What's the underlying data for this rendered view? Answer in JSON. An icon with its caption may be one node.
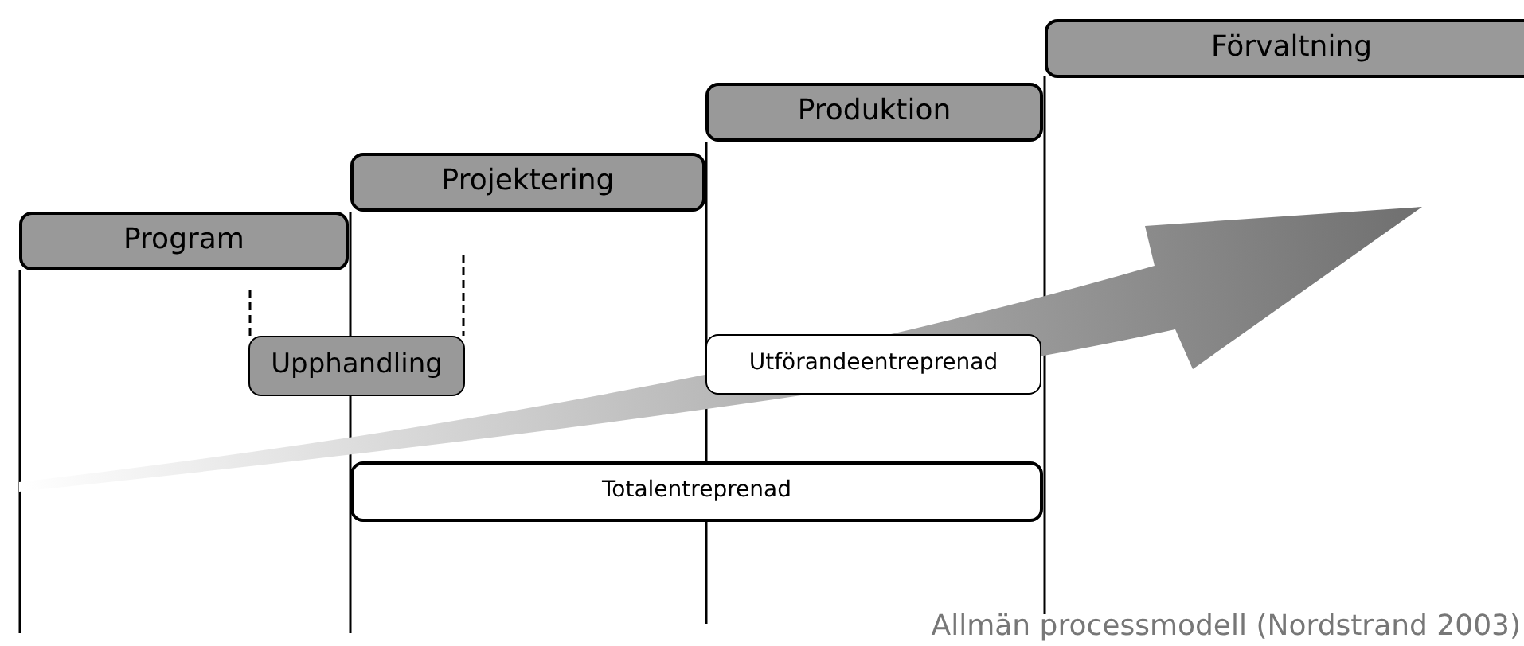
{
  "diagram": {
    "caption": "Allmän processmodell (Nordstrand 2003)",
    "nodes": [
      {
        "text": [
          "Förvaltning"
        ]
      },
      {
        "text": [
          "Produktion"
        ]
      },
      {
        "text": [
          "Projektering"
        ]
      },
      {
        "text": [
          "Program"
        ]
      },
      {
        "text": [
          "Upphandling"
        ]
      },
      {
        "text": [
          "Utförandeentreprenad"
        ]
      },
      {
        "text": [
          "Totalentreprenad"
        ]
      }
    ]
  }
}
